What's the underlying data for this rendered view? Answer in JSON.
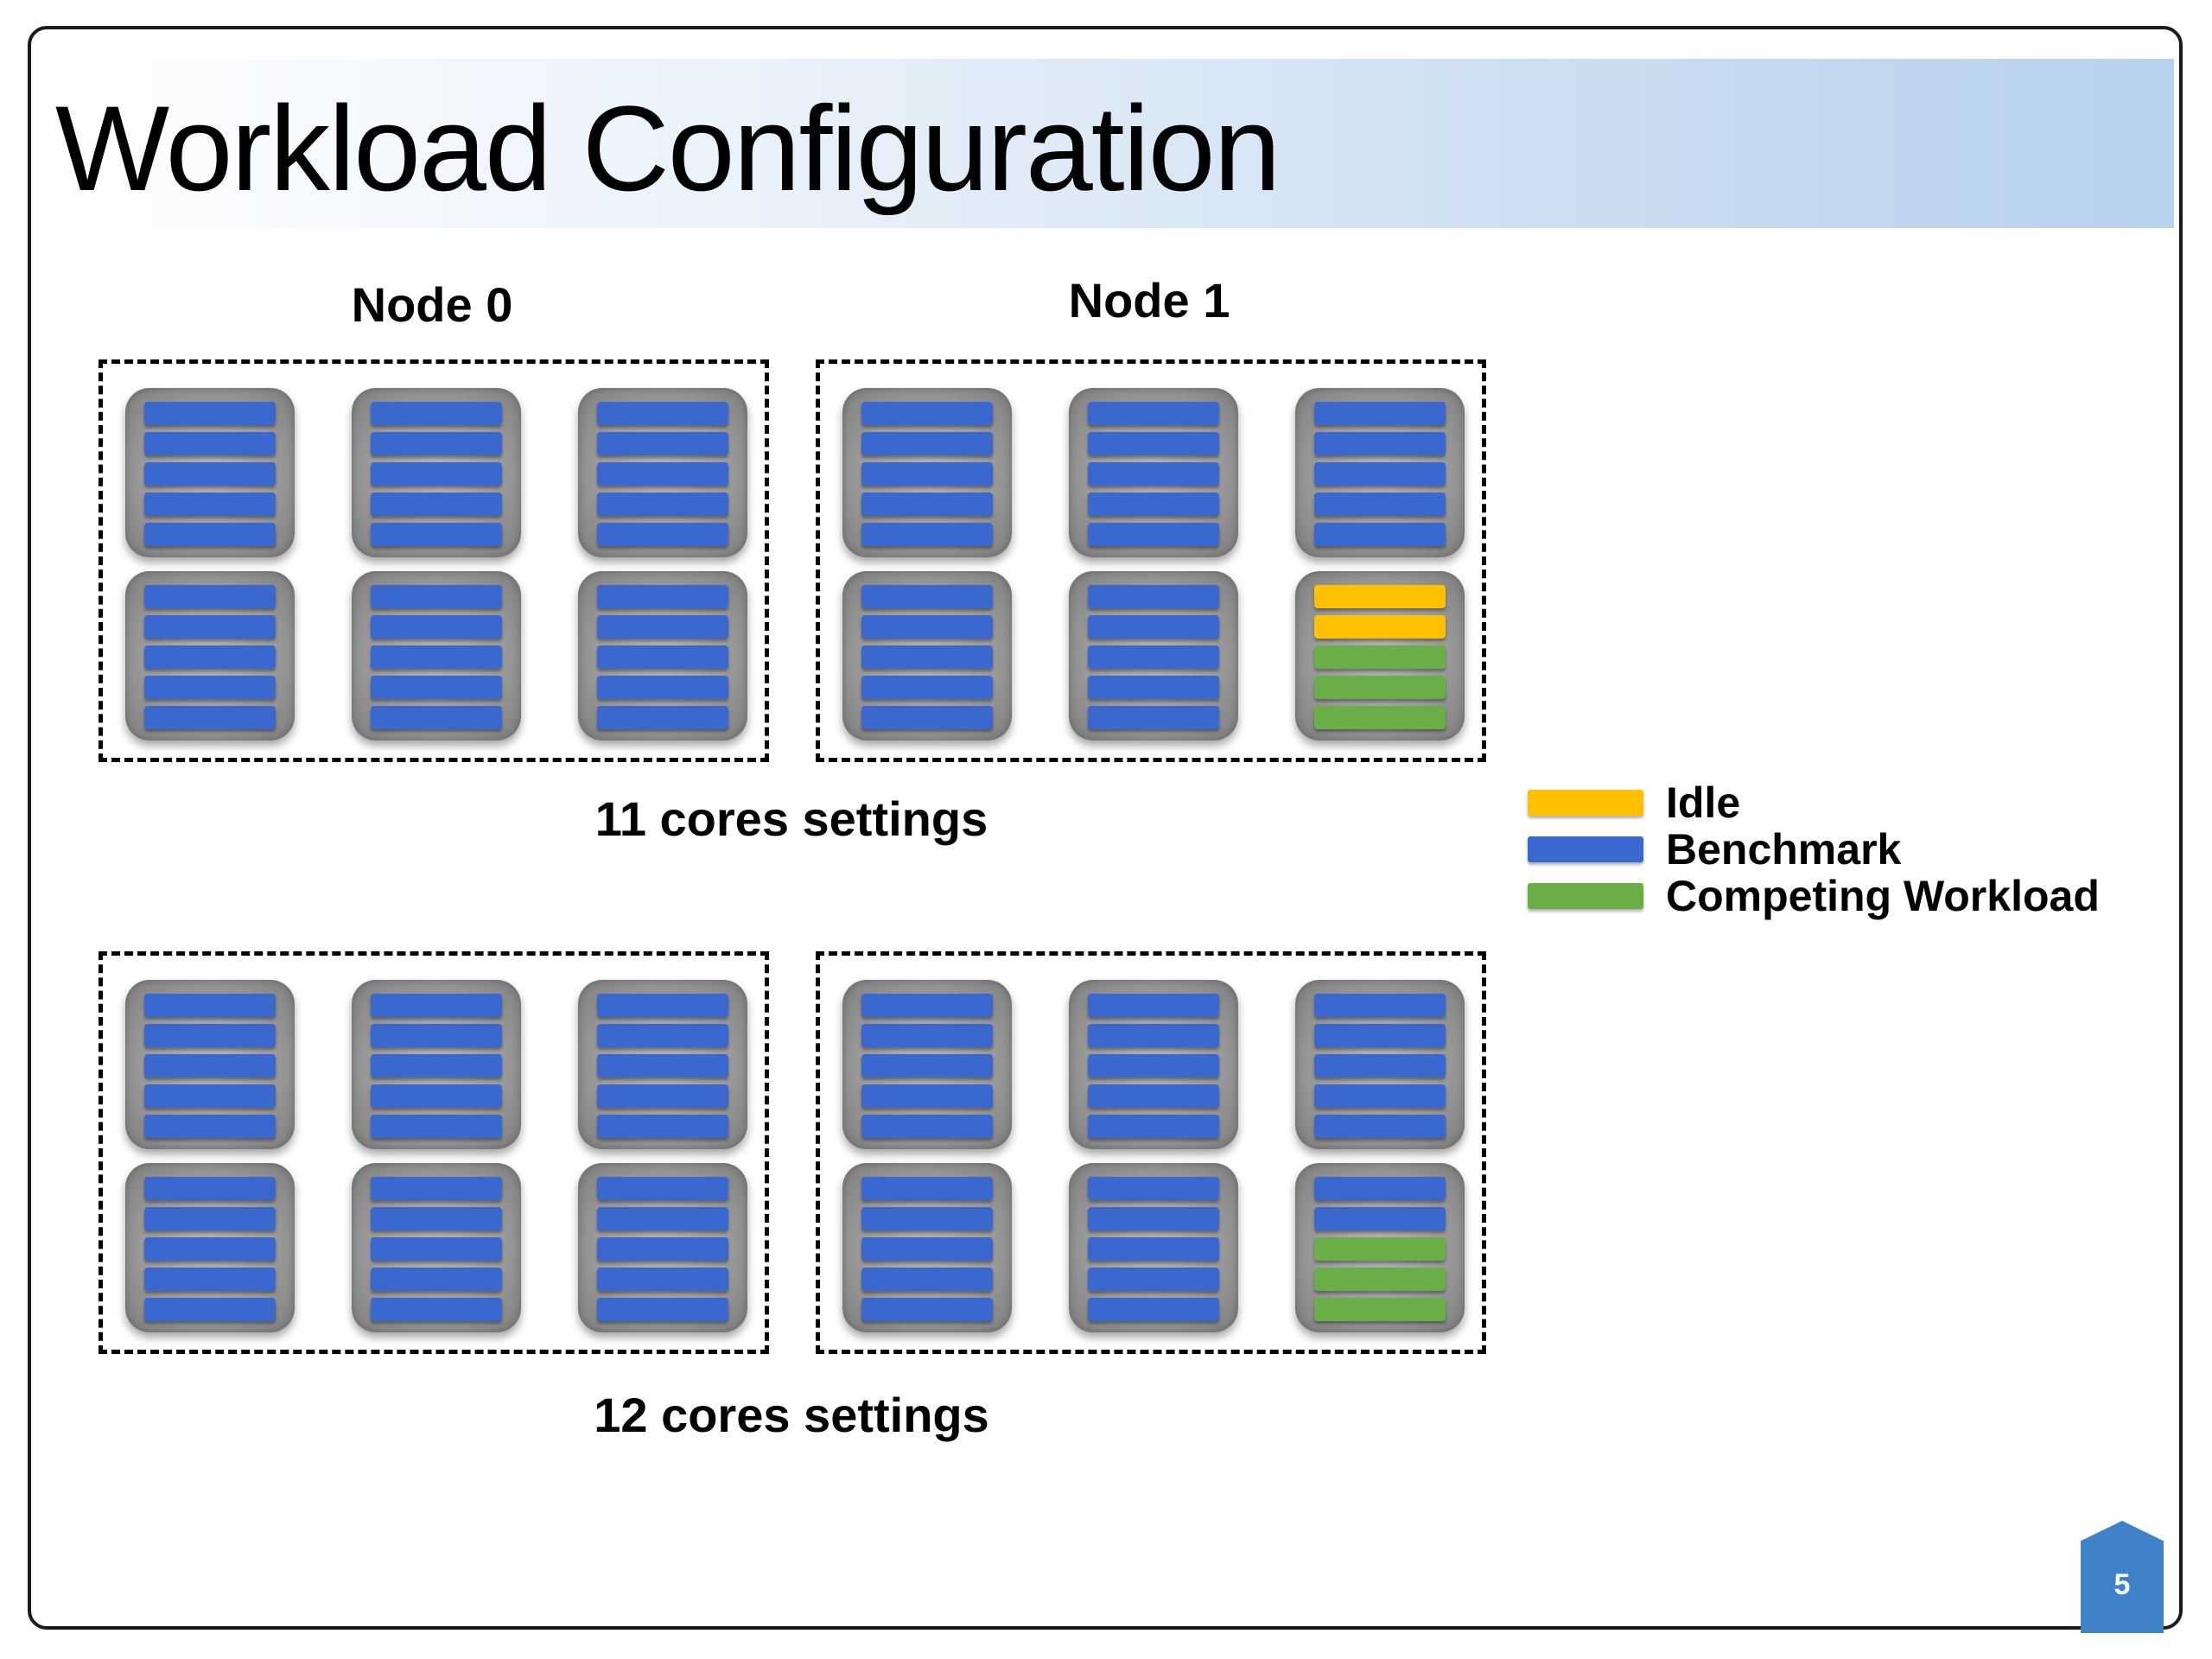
{
  "slide": {
    "title": "Workload Configuration",
    "page_number": "5"
  },
  "colors": {
    "idle": "#ffc000",
    "benchmark": "#3a68cf",
    "competing": "#6aaf45"
  },
  "legend": [
    {
      "key": "idle",
      "label": "Idle"
    },
    {
      "key": "benchmark",
      "label": "Benchmark"
    },
    {
      "key": "competing",
      "label": "Competing Workload"
    }
  ],
  "node_labels": [
    "Node 0",
    "Node 1"
  ],
  "settings": [
    {
      "label": "11 cores settings",
      "nodes": [
        {
          "cores": [
            [
              "benchmark",
              "benchmark",
              "benchmark",
              "benchmark",
              "benchmark"
            ],
            [
              "benchmark",
              "benchmark",
              "benchmark",
              "benchmark",
              "benchmark"
            ],
            [
              "benchmark",
              "benchmark",
              "benchmark",
              "benchmark",
              "benchmark"
            ],
            [
              "benchmark",
              "benchmark",
              "benchmark",
              "benchmark",
              "benchmark"
            ],
            [
              "benchmark",
              "benchmark",
              "benchmark",
              "benchmark",
              "benchmark"
            ],
            [
              "benchmark",
              "benchmark",
              "benchmark",
              "benchmark",
              "benchmark"
            ]
          ]
        },
        {
          "cores": [
            [
              "benchmark",
              "benchmark",
              "benchmark",
              "benchmark",
              "benchmark"
            ],
            [
              "benchmark",
              "benchmark",
              "benchmark",
              "benchmark",
              "benchmark"
            ],
            [
              "benchmark",
              "benchmark",
              "benchmark",
              "benchmark",
              "benchmark"
            ],
            [
              "benchmark",
              "benchmark",
              "benchmark",
              "benchmark",
              "benchmark"
            ],
            [
              "benchmark",
              "benchmark",
              "benchmark",
              "benchmark",
              "benchmark"
            ],
            [
              "idle",
              "idle",
              "competing",
              "competing",
              "competing"
            ]
          ]
        }
      ]
    },
    {
      "label": "12 cores settings",
      "nodes": [
        {
          "cores": [
            [
              "benchmark",
              "benchmark",
              "benchmark",
              "benchmark",
              "benchmark"
            ],
            [
              "benchmark",
              "benchmark",
              "benchmark",
              "benchmark",
              "benchmark"
            ],
            [
              "benchmark",
              "benchmark",
              "benchmark",
              "benchmark",
              "benchmark"
            ],
            [
              "benchmark",
              "benchmark",
              "benchmark",
              "benchmark",
              "benchmark"
            ],
            [
              "benchmark",
              "benchmark",
              "benchmark",
              "benchmark",
              "benchmark"
            ],
            [
              "benchmark",
              "benchmark",
              "benchmark",
              "benchmark",
              "benchmark"
            ]
          ]
        },
        {
          "cores": [
            [
              "benchmark",
              "benchmark",
              "benchmark",
              "benchmark",
              "benchmark"
            ],
            [
              "benchmark",
              "benchmark",
              "benchmark",
              "benchmark",
              "benchmark"
            ],
            [
              "benchmark",
              "benchmark",
              "benchmark",
              "benchmark",
              "benchmark"
            ],
            [
              "benchmark",
              "benchmark",
              "benchmark",
              "benchmark",
              "benchmark"
            ],
            [
              "benchmark",
              "benchmark",
              "benchmark",
              "benchmark",
              "benchmark"
            ],
            [
              "benchmark",
              "benchmark",
              "competing",
              "competing",
              "competing"
            ]
          ]
        }
      ]
    }
  ]
}
